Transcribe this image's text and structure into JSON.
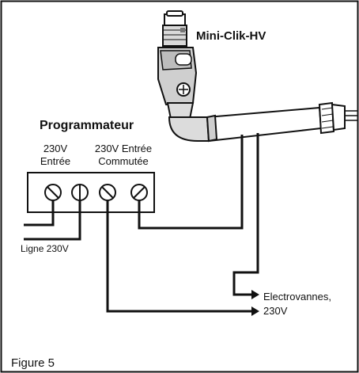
{
  "figure_caption": "Figure 5",
  "sensor": {
    "label": "Mini-Clik-HV"
  },
  "controller": {
    "title": "Programmateur",
    "terminal_group_1": {
      "line1": "230V",
      "line2": "Entrée"
    },
    "terminal_group_2": {
      "line1": "230V Entrée",
      "line2": "Commutée"
    }
  },
  "line_label": "Ligne 230V",
  "valves_label": {
    "line1": "Electrovannes,",
    "line2": "230V"
  },
  "colors": {
    "ink": "#111111",
    "background": "#ffffff"
  }
}
